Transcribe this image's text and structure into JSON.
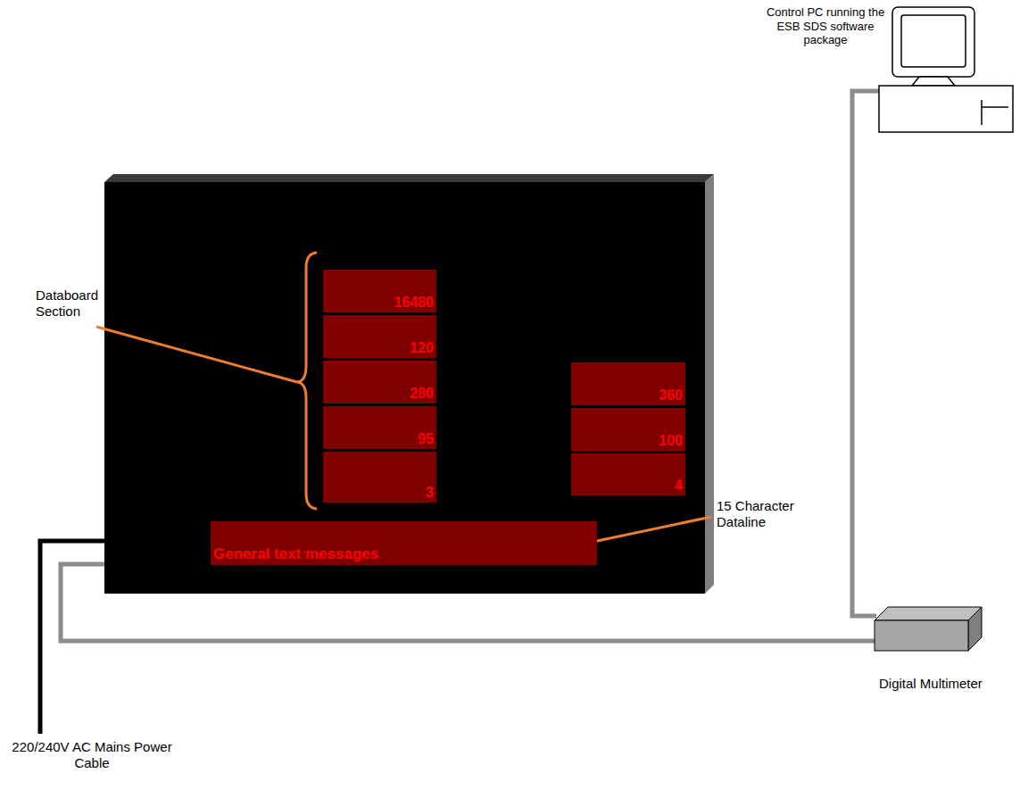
{
  "diagram": {
    "nodes": [
      {
        "text": [
          "16480"
        ]
      },
      {
        "text": [
          "120"
        ]
      },
      {
        "text": [
          "280"
        ]
      },
      {
        "text": [
          "95"
        ]
      },
      {
        "text": [
          "3"
        ]
      },
      {
        "text": [
          "360"
        ]
      },
      {
        "text": [
          "100"
        ]
      },
      {
        "text": [
          "4"
        ]
      },
      {
        "text": [
          "General text messages"
        ]
      }
    ],
    "labels": [
      "Control PC running the ESB SDS software package",
      "Databoard Section",
      "15 Character Dataline",
      "Digital Multimeter",
      "220/240V AC Mains Power Cable"
    ]
  }
}
